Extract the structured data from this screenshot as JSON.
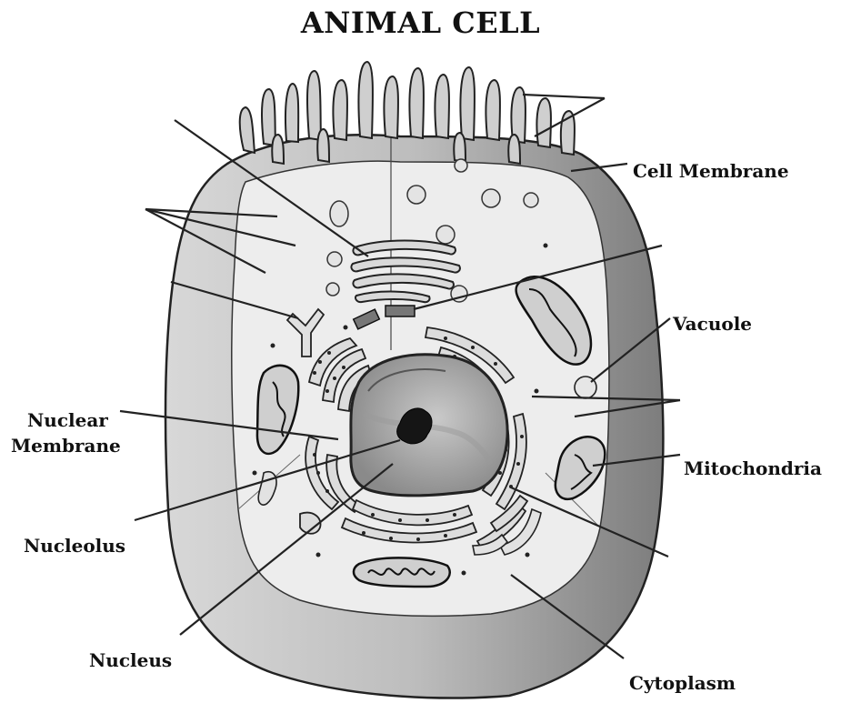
{
  "title": "ANIMAL CELL",
  "labels": {
    "cell_membrane": "Cell Membrane",
    "vacuole": "Vacuole",
    "nuclear_membrane_line1": "Nuclear",
    "nuclear_membrane_line2": "Membrane",
    "mitochondria": "Mitochondria",
    "nucleolus": "Nucleolus",
    "nucleus": "Nucleus",
    "cytoplasm": "Cytoplasm"
  }
}
